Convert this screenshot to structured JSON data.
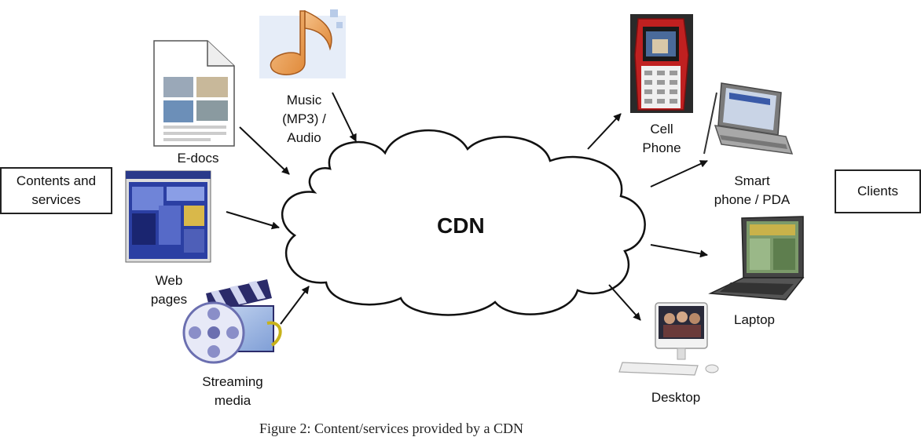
{
  "left_box": "Contents and\nservices",
  "right_box": "Clients",
  "center": "CDN",
  "sources": {
    "edocs": "E-docs",
    "music": "Music\n(MP3) /\nAudio",
    "web": "Web\npages",
    "streaming": "Streaming\nmedia"
  },
  "clients": {
    "cell": "Cell\nPhone",
    "smart": "Smart\nphone / PDA",
    "laptop": "Laptop",
    "desktop": "Desktop"
  },
  "caption": "Figure 2: Content/services provided by a CDN"
}
